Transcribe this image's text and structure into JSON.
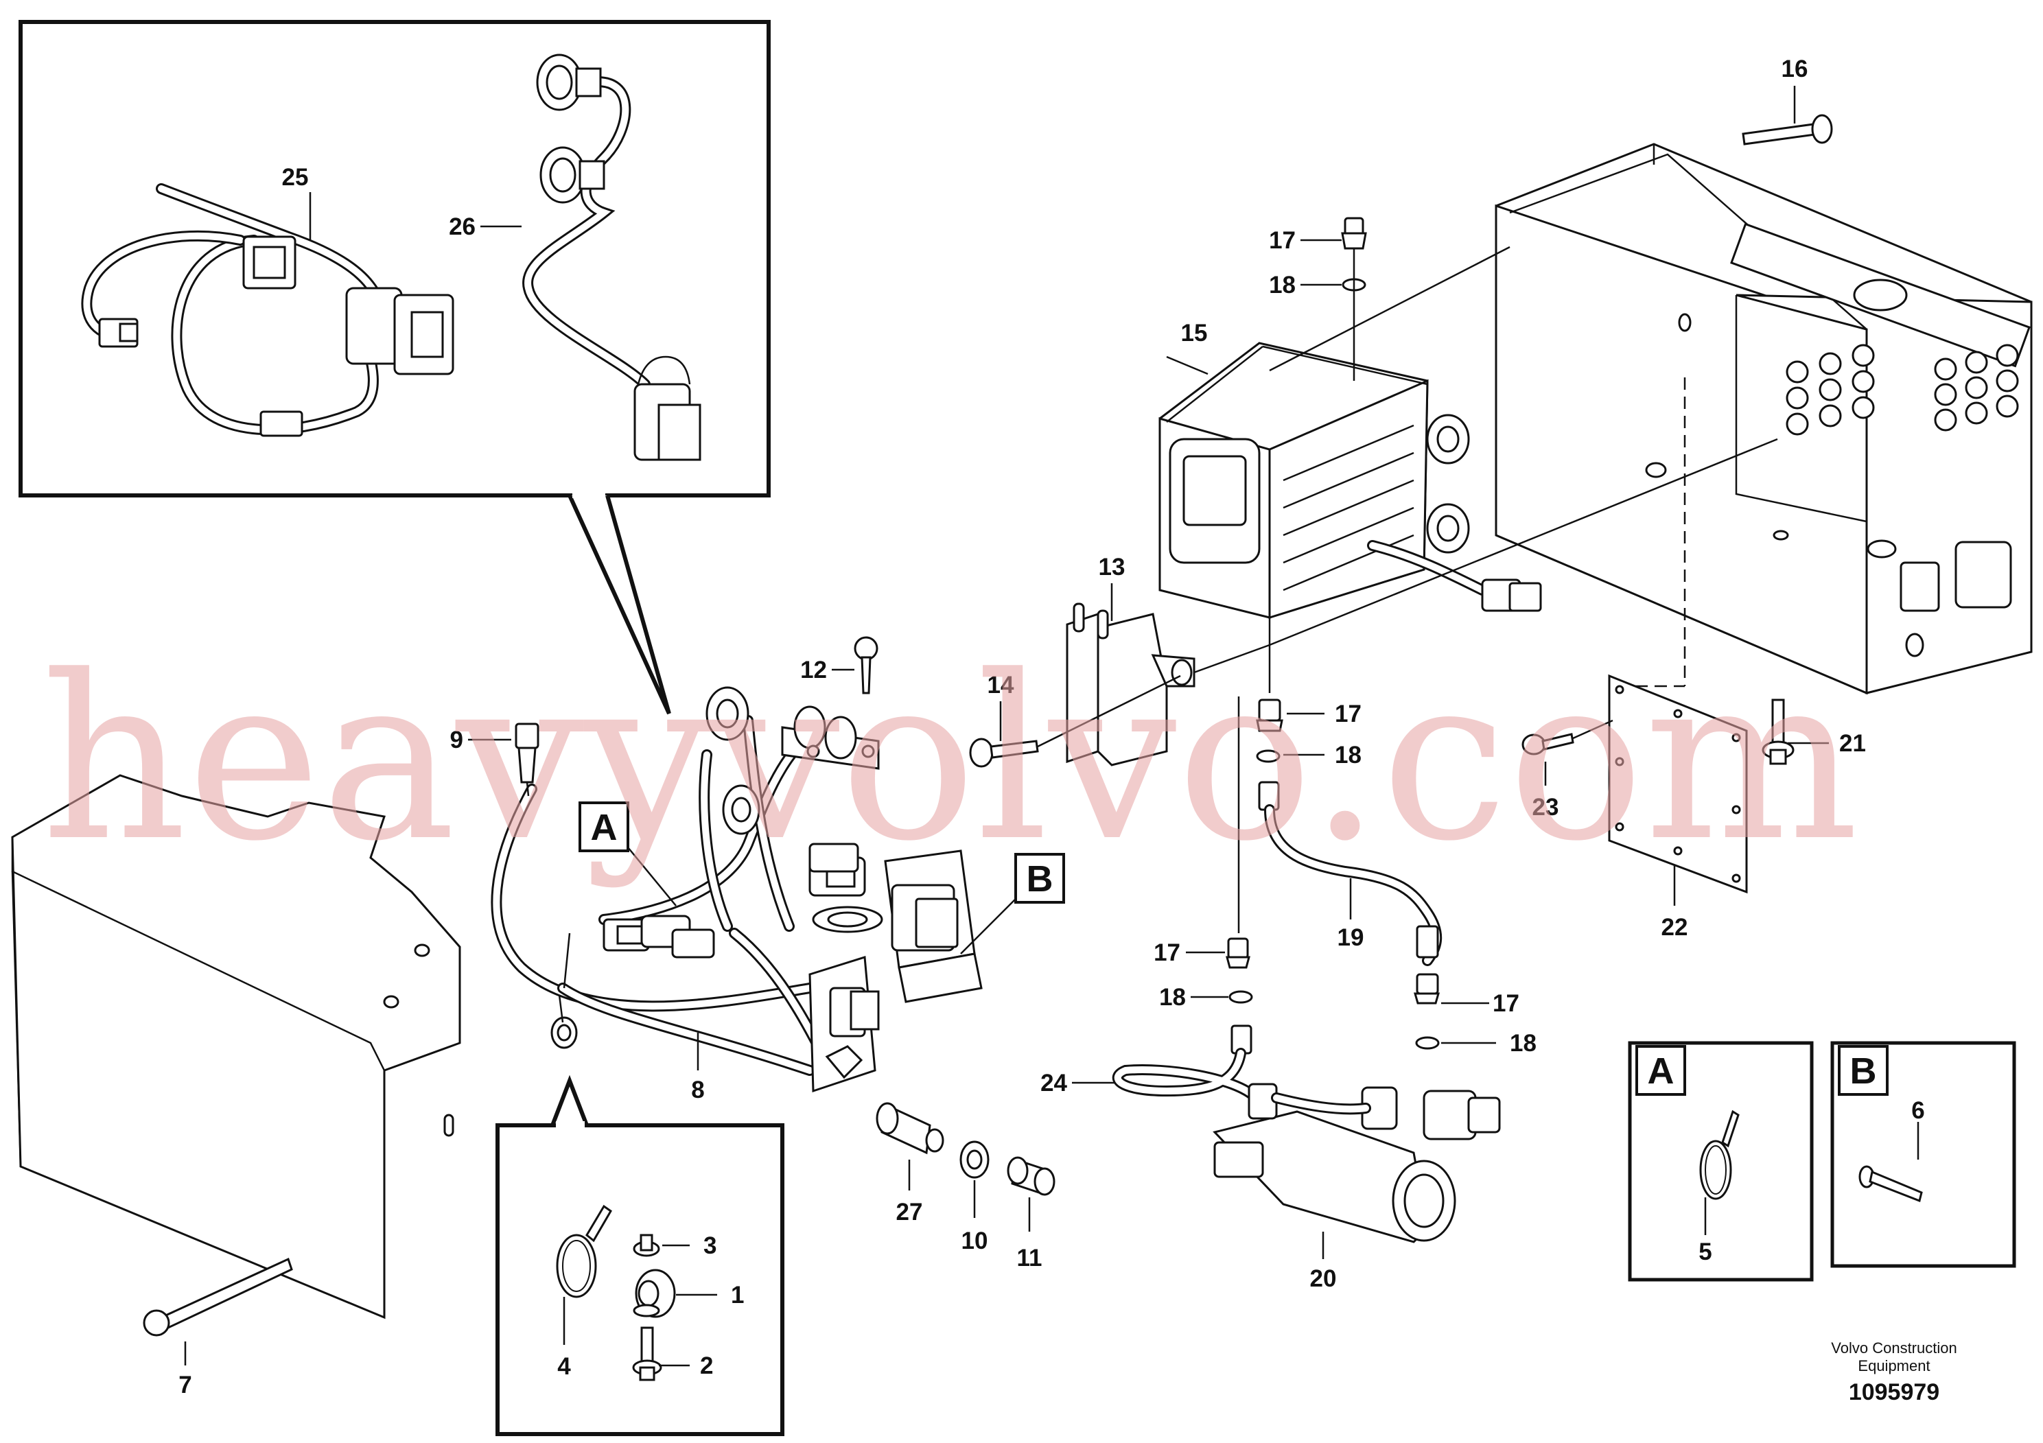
{
  "watermark": "heavyvolvo.com",
  "callouts": {
    "c1": "1",
    "c2": "2",
    "c3": "3",
    "c4": "4",
    "c5": "5",
    "c6": "6",
    "c7": "7",
    "c8": "8",
    "c9": "9",
    "c10": "10",
    "c11": "11",
    "c12": "12",
    "c13": "13",
    "c14": "14",
    "c15": "15",
    "c16": "16",
    "c17a": "17",
    "c17b": "17",
    "c17c": "17",
    "c17d": "17",
    "c18a": "18",
    "c18b": "18",
    "c18c": "18",
    "c18d": "18",
    "c19": "19",
    "c20": "20",
    "c21": "21",
    "c22": "22",
    "c23": "23",
    "c24": "24",
    "c25": "25",
    "c26": "26",
    "c27": "27"
  },
  "detail_labels": {
    "a_main": "A",
    "b_main": "B",
    "a_box": "A",
    "b_box": "B"
  },
  "footer": {
    "company_line1": "Volvo Construction",
    "company_line2": "Equipment",
    "drawing_number": "1095979"
  }
}
